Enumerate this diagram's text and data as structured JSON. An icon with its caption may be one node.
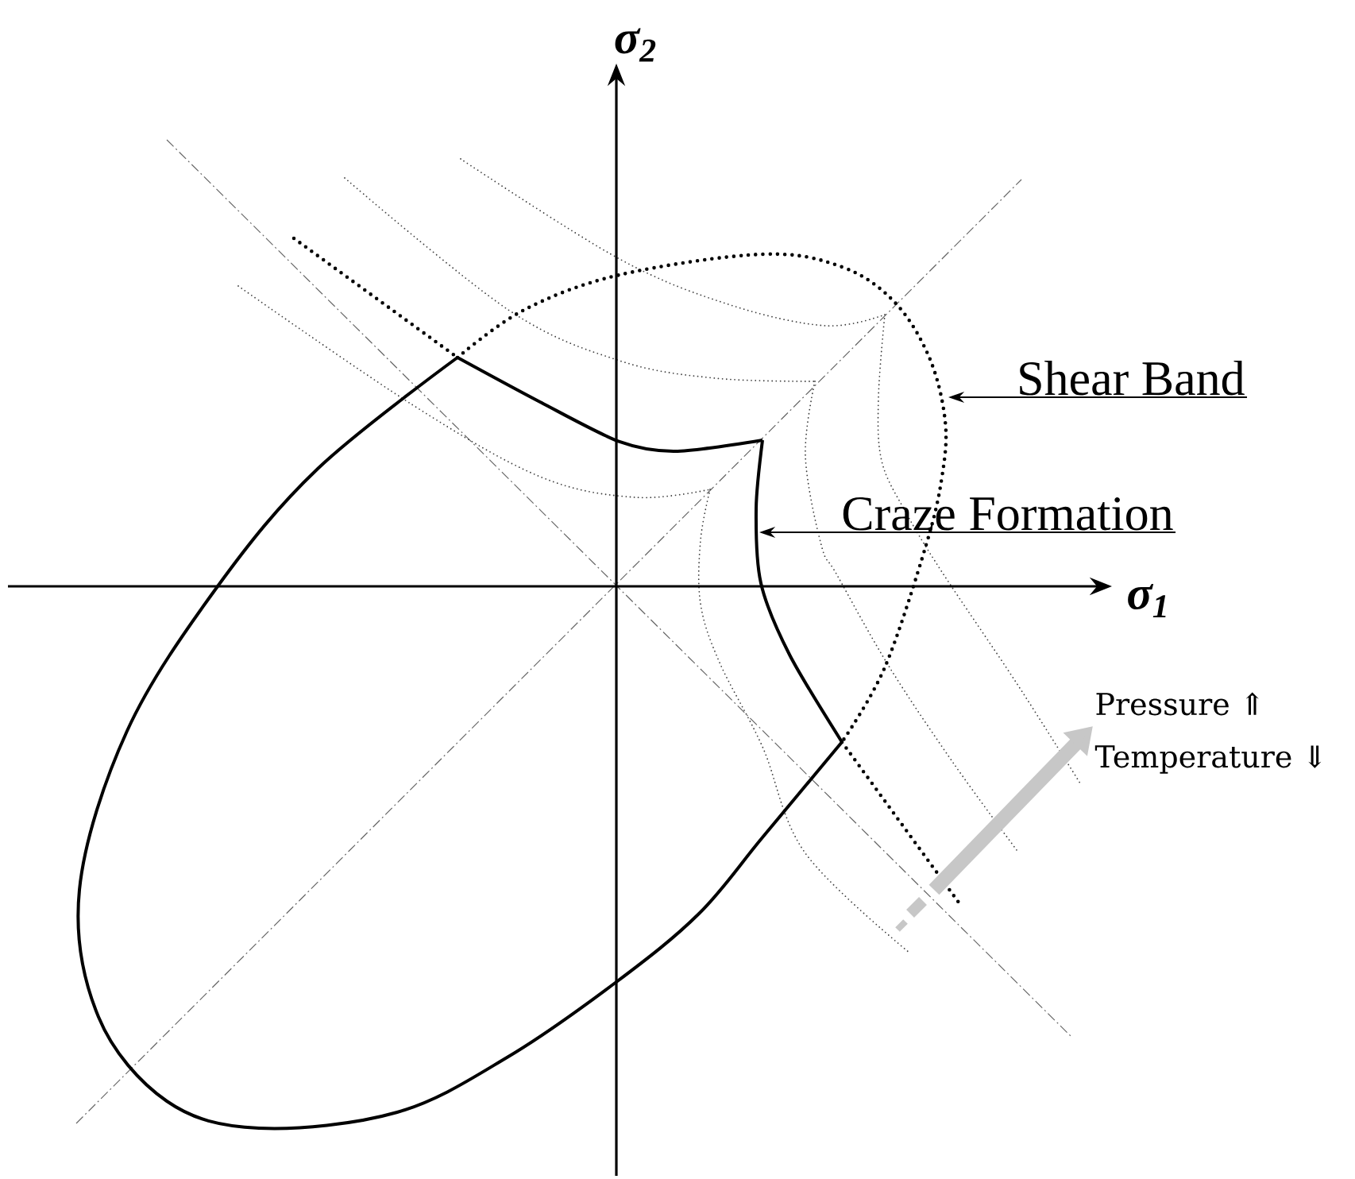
{
  "diagram": {
    "nodes": [
      {
        "text": [
          "Shear Band"
        ]
      },
      {
        "text": [
          "Craze Formation"
        ]
      }
    ],
    "edges": [
      {
        "from": 0,
        "to": null,
        "arrow": "to"
      },
      {
        "from": 1,
        "to": null,
        "arrow": "to"
      }
    ],
    "labels": [
      "σ$_{2}$",
      "σ$_{1}$",
      "Pressure ⇑",
      "Temperature ⇓"
    ]
  }
}
